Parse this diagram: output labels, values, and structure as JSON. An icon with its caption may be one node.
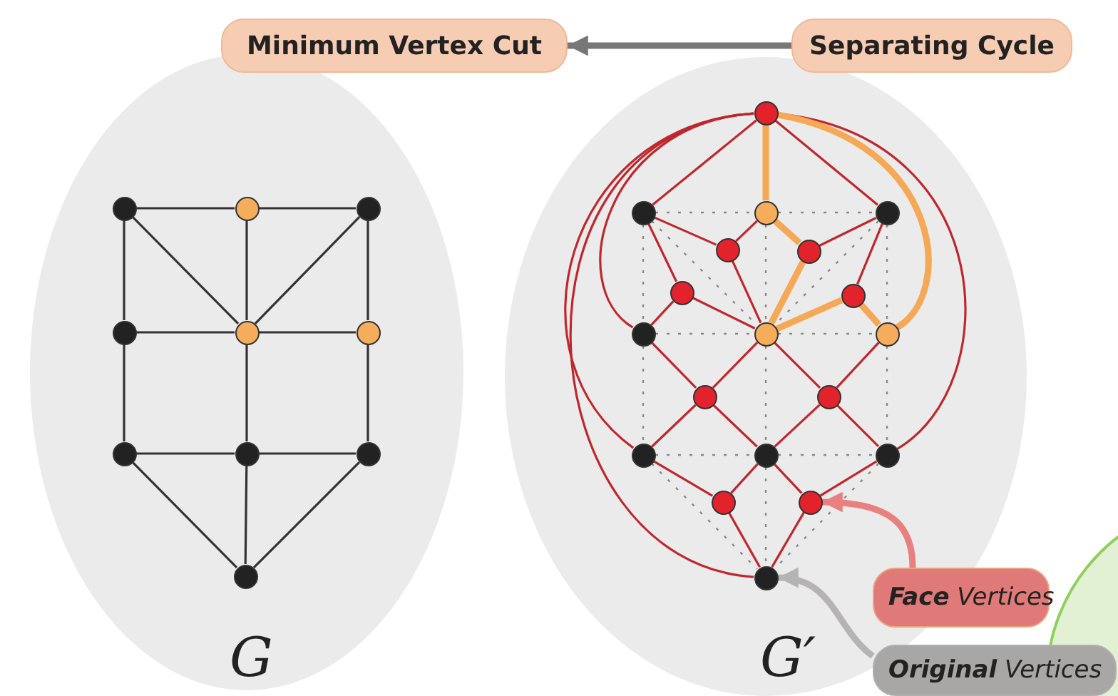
{
  "diagram": {
    "nodes": [
      {
        "text": [
          "Minimum Vertex Cut"
        ]
      },
      {
        "text": [
          "Separating Cycle"
        ]
      },
      {
        "text": [
          "G"
        ]
      },
      {
        "text": [
          "G′"
        ]
      },
      {
        "text": [],
        "shape": "circle",
        "in": 2
      },
      {
        "text": [],
        "shape": "circle",
        "in": 2
      },
      {
        "text": [],
        "shape": "circle",
        "in": 2
      },
      {
        "text": [],
        "shape": "circle",
        "in": 2
      },
      {
        "text": [],
        "shape": "circle",
        "in": 2
      },
      {
        "text": [],
        "shape": "circle",
        "in": 2
      },
      {
        "text": [],
        "shape": "circle",
        "in": 2
      },
      {
        "text": [],
        "shape": "circle",
        "in": 2
      },
      {
        "text": [],
        "shape": "circle",
        "in": 2
      },
      {
        "text": [],
        "shape": "circle",
        "in": 2
      },
      {
        "text": [],
        "shape": "circle",
        "in": 3
      },
      {
        "text": [],
        "shape": "circle",
        "in": 3
      },
      {
        "text": [],
        "shape": "circle",
        "in": 3
      },
      {
        "text": [],
        "shape": "circle",
        "in": 3
      },
      {
        "text": [],
        "shape": "circle",
        "in": 3
      },
      {
        "text": [],
        "shape": "circle",
        "in": 3
      },
      {
        "text": [],
        "shape": "circle",
        "in": 3
      },
      {
        "text": [],
        "shape": "circle",
        "in": 3
      },
      {
        "text": [],
        "shape": "circle",
        "in": 3
      },
      {
        "text": [],
        "shape": "circle",
        "in": 3
      },
      {
        "text": [],
        "shape": "circle",
        "in": 3
      },
      {
        "text": [],
        "shape": "circle",
        "in": 3
      },
      {
        "text": [],
        "shape": "circle",
        "in": 3
      },
      {
        "text": [],
        "shape": "circle",
        "in": 3
      },
      {
        "text": [],
        "shape": "circle",
        "in": 3
      },
      {
        "text": [],
        "shape": "circle",
        "in": 3
      },
      {
        "text": [],
        "shape": "circle",
        "in": 3
      },
      {
        "text": [],
        "shape": "circle",
        "in": 3
      },
      {
        "text": [],
        "shape": "circle",
        "in": 3
      },
      {
        "text": [
          "**Face** Vertices"
        ]
      },
      {
        "text": [
          "**Original** Vertices"
        ]
      }
    ],
    "edges": [
      {
        "from": 1,
        "to": 0,
        "arrow": "to",
        "style": "thick",
        "color": "#777777"
      },
      {
        "from": 4,
        "to": 5,
        "arrow": "none",
        "color": "#333333"
      },
      {
        "from": 5,
        "to": 6,
        "arrow": "none",
        "color": "#333333"
      },
      {
        "from": 4,
        "to": 7,
        "arrow": "none",
        "color": "#333333"
      },
      {
        "from": 4,
        "to": 8,
        "arrow": "none",
        "color": "#333333"
      },
      {
        "from": 5,
        "to": 8,
        "arrow": "none",
        "color": "#333333"
      },
      {
        "from": 6,
        "to": 8,
        "arrow": "none",
        "color": "#333333"
      },
      {
        "from": 6,
        "to": 9,
        "arrow": "none",
        "color": "#333333"
      },
      {
        "from": 7,
        "to": 8,
        "arrow": "none",
        "color": "#333333"
      },
      {
        "from": 8,
        "to": 9,
        "arrow": "none",
        "color": "#333333"
      },
      {
        "from": 7,
        "to": 10,
        "arrow": "none",
        "color": "#333333"
      },
      {
        "from": 8,
        "to": 11,
        "arrow": "none",
        "color": "#333333"
      },
      {
        "from": 9,
        "to": 12,
        "arrow": "none",
        "color": "#333333"
      },
      {
        "from": 10,
        "to": 11,
        "arrow": "none",
        "color": "#333333"
      },
      {
        "from": 11,
        "to": 12,
        "arrow": "none",
        "color": "#333333"
      },
      {
        "from": 10,
        "to": 13,
        "arrow": "none",
        "color": "#333333"
      },
      {
        "from": 11,
        "to": 13,
        "arrow": "none",
        "color": "#333333"
      },
      {
        "from": 12,
        "to": 13,
        "arrow": "none",
        "color": "#333333"
      },
      {
        "from": 14,
        "to": 15,
        "arrow": "none"
      },
      {
        "from": 14,
        "to": 17,
        "arrow": "none"
      },
      {
        "from": 14,
        "to": 18,
        "arrow": "none"
      },
      {
        "from": 14,
        "to": 21,
        "arrow": "none"
      },
      {
        "from": 14,
        "to": 24,
        "arrow": "none"
      },
      {
        "from": 14,
        "to": 23,
        "arrow": "none"
      },
      {
        "from": 15,
        "to": 25,
        "arrow": "none"
      },
      {
        "from": 25,
        "to": 16,
        "arrow": "none"
      },
      {
        "from": 25,
        "to": 19,
        "arrow": "none"
      },
      {
        "from": 15,
        "to": 27,
        "arrow": "none"
      },
      {
        "from": 27,
        "to": 18,
        "arrow": "none"
      },
      {
        "from": 27,
        "to": 19,
        "arrow": "none"
      },
      {
        "from": 26,
        "to": 17,
        "arrow": "none"
      },
      {
        "from": 17,
        "to": 28,
        "arrow": "none"
      },
      {
        "from": 18,
        "to": 29,
        "arrow": "none"
      },
      {
        "from": 29,
        "to": 19,
        "arrow": "none"
      },
      {
        "from": 29,
        "to": 21,
        "arrow": "none"
      },
      {
        "from": 29,
        "to": 22,
        "arrow": "none"
      },
      {
        "from": 19,
        "to": 30,
        "arrow": "none"
      },
      {
        "from": 30,
        "to": 20,
        "arrow": "none"
      },
      {
        "from": 30,
        "to": 22,
        "arrow": "none"
      },
      {
        "from": 30,
        "to": 23,
        "arrow": "none"
      },
      {
        "from": 21,
        "to": 31,
        "arrow": "none"
      },
      {
        "from": 22,
        "to": 31,
        "arrow": "none"
      },
      {
        "from": 31,
        "to": 24,
        "arrow": "none"
      },
      {
        "from": 22,
        "to": 32,
        "arrow": "none"
      },
      {
        "from": 23,
        "to": 32,
        "arrow": "none"
      },
      {
        "from": 32,
        "to": 24,
        "arrow": "none"
      },
      {
        "from": 14,
        "to": 16,
        "arrow": "none",
        "style": "thick",
        "color": "#f5a855"
      },
      {
        "from": 14,
        "to": 20,
        "arrow": "none",
        "style": "thick",
        "color": "#f5a855"
      },
      {
        "from": 16,
        "to": 26,
        "arrow": "none",
        "style": "thick",
        "color": "#f5a855"
      },
      {
        "from": 26,
        "to": 19,
        "arrow": "none",
        "style": "thick",
        "color": "#f5a855"
      },
      {
        "from": 28,
        "to": 19,
        "arrow": "none",
        "style": "thick",
        "color": "#f5a855"
      },
      {
        "from": 28,
        "to": 20,
        "arrow": "none",
        "style": "thick",
        "color": "#f5a855"
      },
      {
        "from": 15,
        "to": 16,
        "arrow": "none",
        "style": "dashed",
        "color": "#888888"
      },
      {
        "from": 16,
        "to": 17,
        "arrow": "none",
        "style": "dashed",
        "color": "#888888"
      },
      {
        "from": 15,
        "to": 18,
        "arrow": "none",
        "style": "dashed",
        "color": "#888888"
      },
      {
        "from": 15,
        "to": 19,
        "arrow": "none",
        "style": "dashed",
        "color": "#888888"
      },
      {
        "from": 16,
        "to": 19,
        "arrow": "none",
        "style": "dashed",
        "color": "#888888"
      },
      {
        "from": 17,
        "to": 19,
        "arrow": "none",
        "style": "dashed",
        "color": "#888888"
      },
      {
        "from": 17,
        "to": 20,
        "arrow": "none",
        "style": "dashed",
        "color": "#888888"
      },
      {
        "from": 18,
        "to": 19,
        "arrow": "none",
        "style": "dashed",
        "color": "#888888"
      },
      {
        "from": 19,
        "to": 20,
        "arrow": "none",
        "style": "dashed",
        "color": "#888888"
      },
      {
        "from": 18,
        "to": 21,
        "arrow": "none",
        "style": "dashed",
        "color": "#888888"
      },
      {
        "from": 19,
        "to": 22,
        "arrow": "none",
        "style": "dashed",
        "color": "#888888"
      },
      {
        "from": 20,
        "to": 23,
        "arrow": "none",
        "style": "dashed",
        "color": "#888888"
      },
      {
        "from": 21,
        "to": 22,
        "arrow": "none",
        "style": "dashed",
        "color": "#888888"
      },
      {
        "from": 22,
        "to": 23,
        "arrow": "none",
        "style": "dashed",
        "color": "#888888"
      },
      {
        "from": 21,
        "to": 24,
        "arrow": "none",
        "style": "dashed",
        "color": "#888888"
      },
      {
        "from": 22,
        "to": 24,
        "arrow": "none",
        "style": "dashed",
        "color": "#888888"
      },
      {
        "from": 23,
        "to": 24,
        "arrow": "none",
        "style": "dashed",
        "color": "#888888"
      },
      {
        "from": 33,
        "to": 32,
        "arrow": "to",
        "style": "thick",
        "color": "#e88080"
      },
      {
        "from": 34,
        "to": 24,
        "arrow": "to",
        "style": "thick",
        "color": "#b5b3b3"
      }
    ]
  }
}
